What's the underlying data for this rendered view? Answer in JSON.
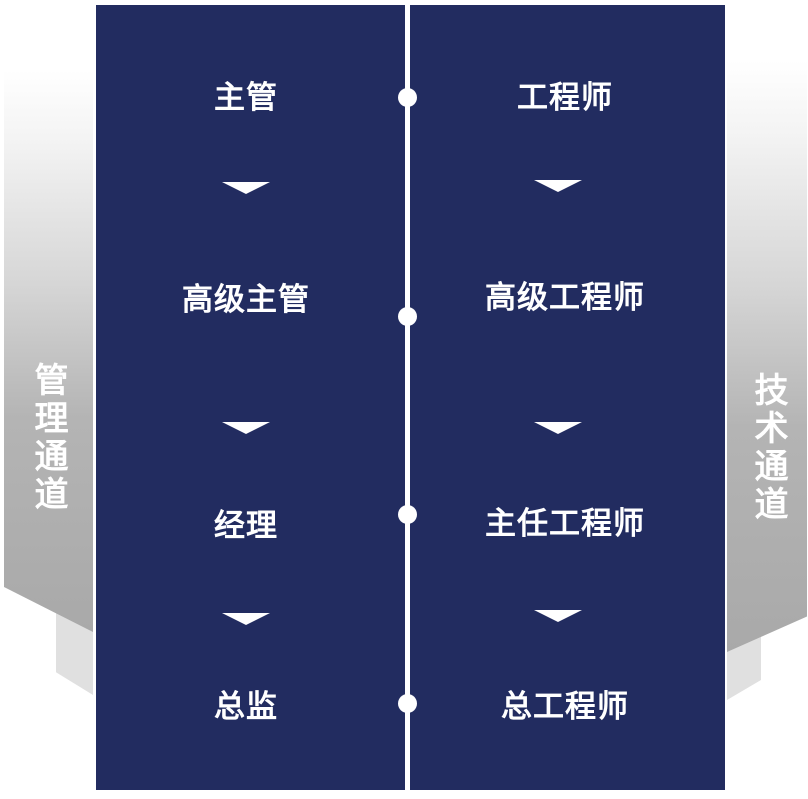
{
  "diagram": {
    "type": "dual-career-ladder",
    "colors": {
      "panel": "#222c60",
      "text": "#ffffff",
      "divider": "#ffffff",
      "ribbon_gradient_top": "#ffffff",
      "ribbon_gradient_bottom": "#a9a9a9",
      "ribbon_shadow": "#e0e0e0"
    },
    "left_track": {
      "label": "管理通道",
      "levels": [
        "主管",
        "高级主管",
        "经理",
        "总监"
      ]
    },
    "right_track": {
      "label": "技术通道",
      "levels": [
        "工程师",
        "高级工程师",
        "主任工程师",
        "总工程师"
      ]
    },
    "arrow_icon": "down-triangle",
    "connector_icon": "circle-dot"
  }
}
